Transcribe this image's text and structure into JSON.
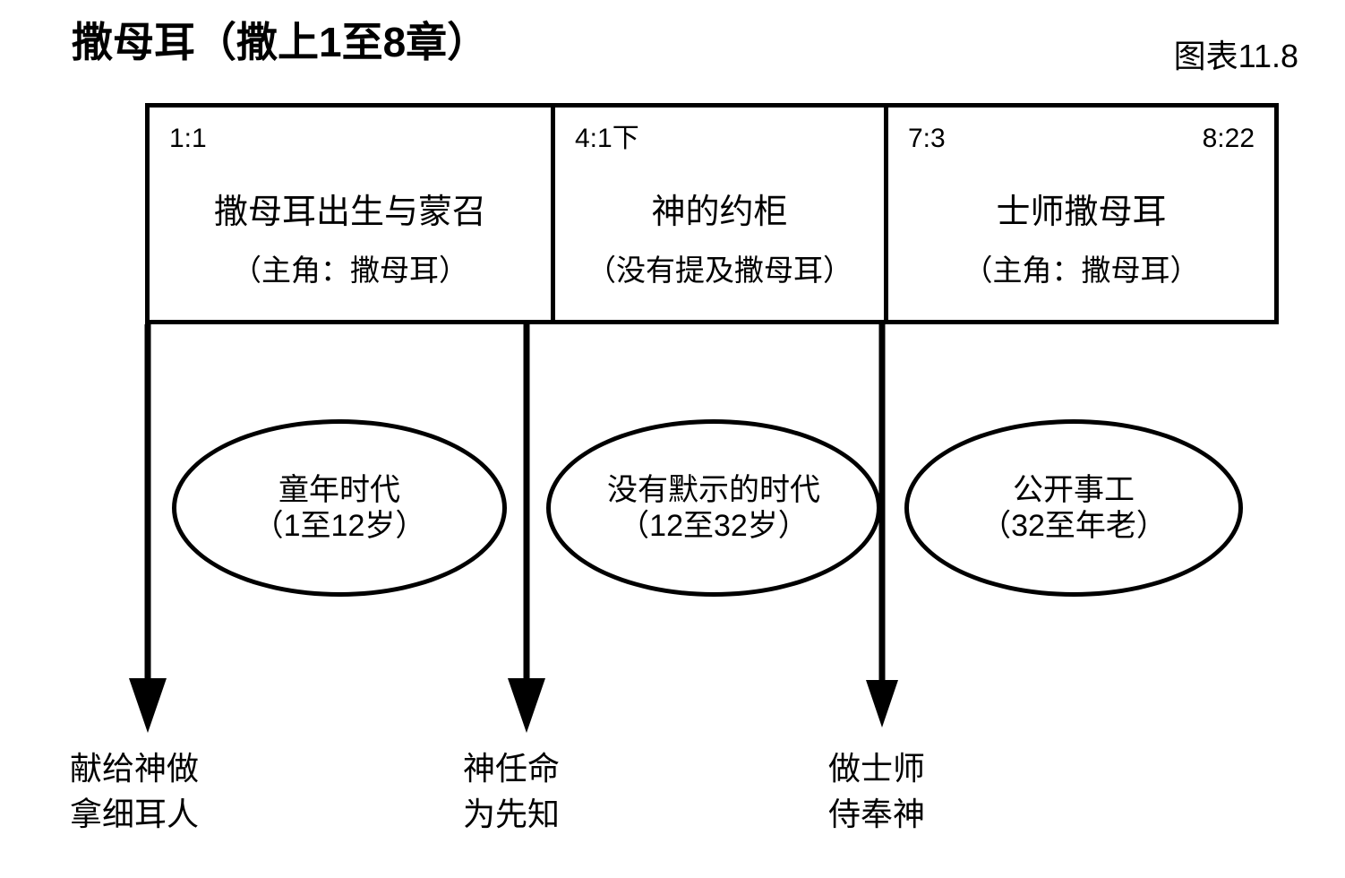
{
  "header": {
    "title": "撒母耳（撒上1至8章）",
    "chart_number": "图表11.8"
  },
  "sections": [
    {
      "ref_start": "1:1",
      "ref_end": "",
      "heading": "撒母耳出生与蒙召",
      "subtitle": "（主角：撒母耳）"
    },
    {
      "ref_start": "4:1下",
      "ref_end": "",
      "heading": "神的约柜",
      "subtitle": "（没有提及撒母耳）"
    },
    {
      "ref_start": "7:3",
      "ref_end": "8:22",
      "heading": "士师撒母耳",
      "subtitle": "（主角：撒母耳）"
    }
  ],
  "phases": [
    {
      "label": "童年时代",
      "range": "（1至12岁）"
    },
    {
      "label": "没有默示的时代",
      "range": "（12至32岁）"
    },
    {
      "label": "公开事工",
      "range": "（32至年老）"
    }
  ],
  "outcomes": [
    {
      "line1": "献给神做",
      "line2": "拿细耳人"
    },
    {
      "line1": "神任命",
      "line2": "为先知"
    },
    {
      "line1": "做士师",
      "line2": "侍奉神"
    }
  ],
  "style": {
    "stroke": "#000000",
    "background": "#ffffff"
  }
}
